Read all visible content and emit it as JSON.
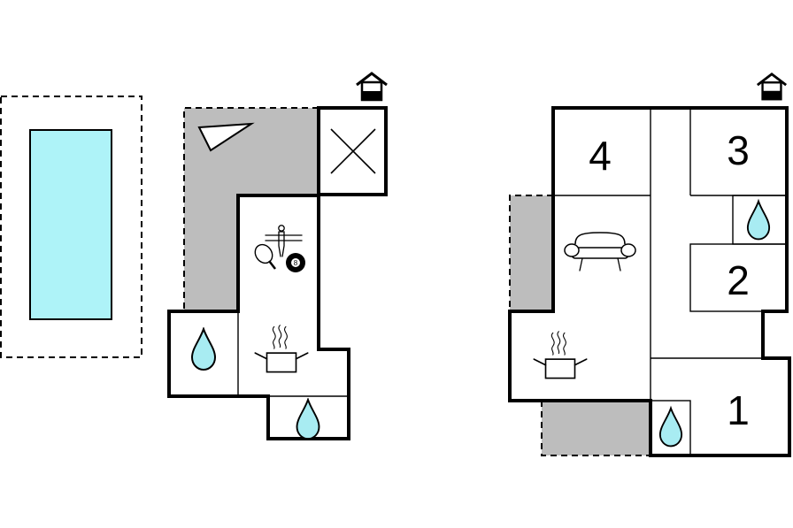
{
  "floor_plan": {
    "ground_floor": {
      "pool_area": {
        "icon": "pool-icon",
        "water_color": "#aef3f8",
        "surround_color": "#e8e8e8"
      },
      "terrace": {
        "icon": "terrace-icon",
        "color": "#bdbdbd",
        "dashed": true
      },
      "entrance": {
        "icon": "entrance-house-icon"
      },
      "storage": {
        "icon": "cross-icon"
      },
      "activity_room": {
        "icons": [
          "foosball-icon",
          "table-tennis-icon",
          "billiard-ball-icon"
        ],
        "ball_label": "8"
      },
      "kitchen": {
        "icon": "cooking-pot-icon"
      },
      "bathrooms": [
        {
          "icon": "water-drop-icon",
          "color": "#a8ecf2"
        },
        {
          "icon": "water-drop-icon",
          "color": "#a8ecf2"
        }
      ]
    },
    "first_floor": {
      "entrance": {
        "icon": "entrance-house-icon"
      },
      "bedrooms": [
        {
          "label": "4"
        },
        {
          "label": "3"
        },
        {
          "label": "2"
        },
        {
          "label": "1"
        }
      ],
      "living_room": {
        "icon": "sofa-icon"
      },
      "kitchen": {
        "icon": "cooking-pot-icon"
      },
      "bathrooms": [
        {
          "icon": "water-drop-icon",
          "color": "#a8ecf2"
        },
        {
          "icon": "water-drop-icon",
          "color": "#a8ecf2"
        }
      ],
      "terraces": [
        {
          "icon": "terrace-icon",
          "color": "#bdbdbd"
        },
        {
          "icon": "terrace-icon",
          "color": "#bdbdbd"
        }
      ]
    }
  }
}
